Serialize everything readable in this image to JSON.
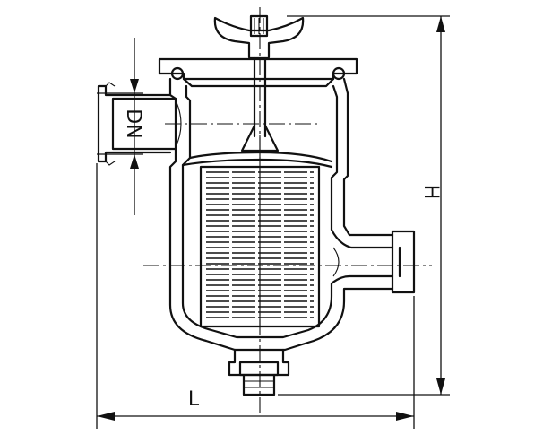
{
  "labels": {
    "nominal_diameter": "DN",
    "height": "H",
    "length": "L"
  }
}
